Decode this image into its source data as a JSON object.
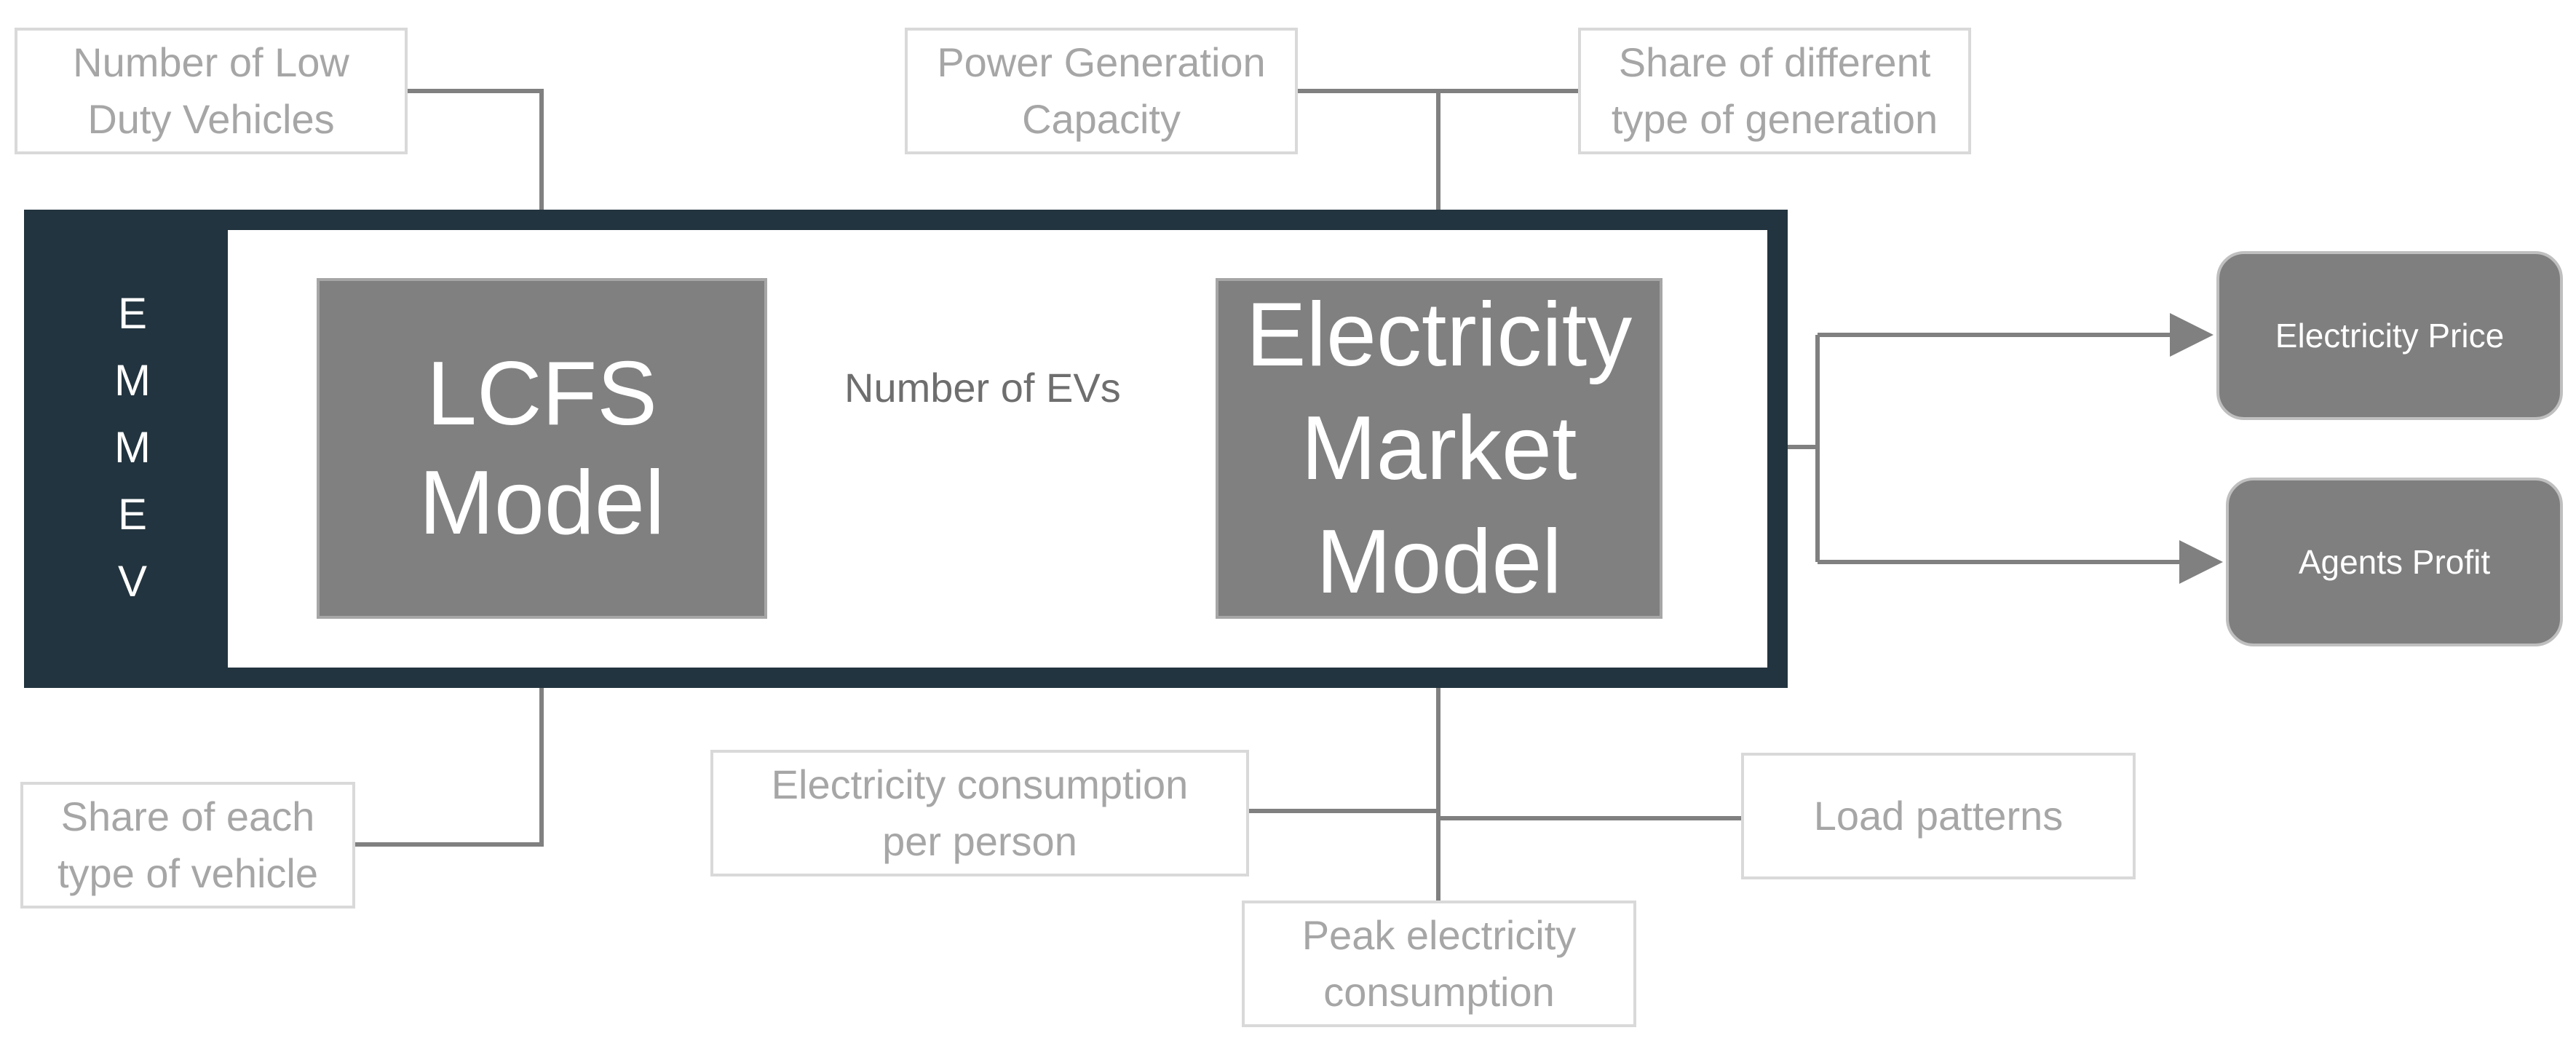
{
  "frame": {
    "letters": [
      "E",
      "M",
      "M",
      "E",
      "V"
    ]
  },
  "models": {
    "lcfs": {
      "lines": [
        "LCFS",
        "Model"
      ]
    },
    "electricity_market": {
      "lines": [
        "Electricity",
        "Market",
        "Model"
      ]
    }
  },
  "flow_label": "Number of EVs",
  "inputs": {
    "low_duty_vehicles": {
      "lines": [
        "Number of Low",
        "Duty Vehicles"
      ]
    },
    "power_generation_capacity": {
      "lines": [
        "Power Generation",
        "Capacity"
      ]
    },
    "share_generation": {
      "lines": [
        "Share of different",
        "type of generation"
      ]
    },
    "share_vehicle": {
      "lines": [
        "Share of each",
        "type of vehicle"
      ]
    },
    "consumption_per_person": {
      "lines": [
        "Electricity consumption",
        "per person"
      ]
    },
    "load_patterns": {
      "lines": [
        "Load patterns"
      ]
    },
    "peak_consumption": {
      "lines": [
        "Peak electricity",
        "consumption"
      ]
    }
  },
  "outputs": {
    "electricity_price": "Electricity Price",
    "agents_profit": "Agents Profit"
  },
  "colors": {
    "frame": "#22343f",
    "model_fill": "#808080",
    "connector": "#808080",
    "input_border": "#d9d9d9",
    "input_text": "#a6a6a6"
  }
}
